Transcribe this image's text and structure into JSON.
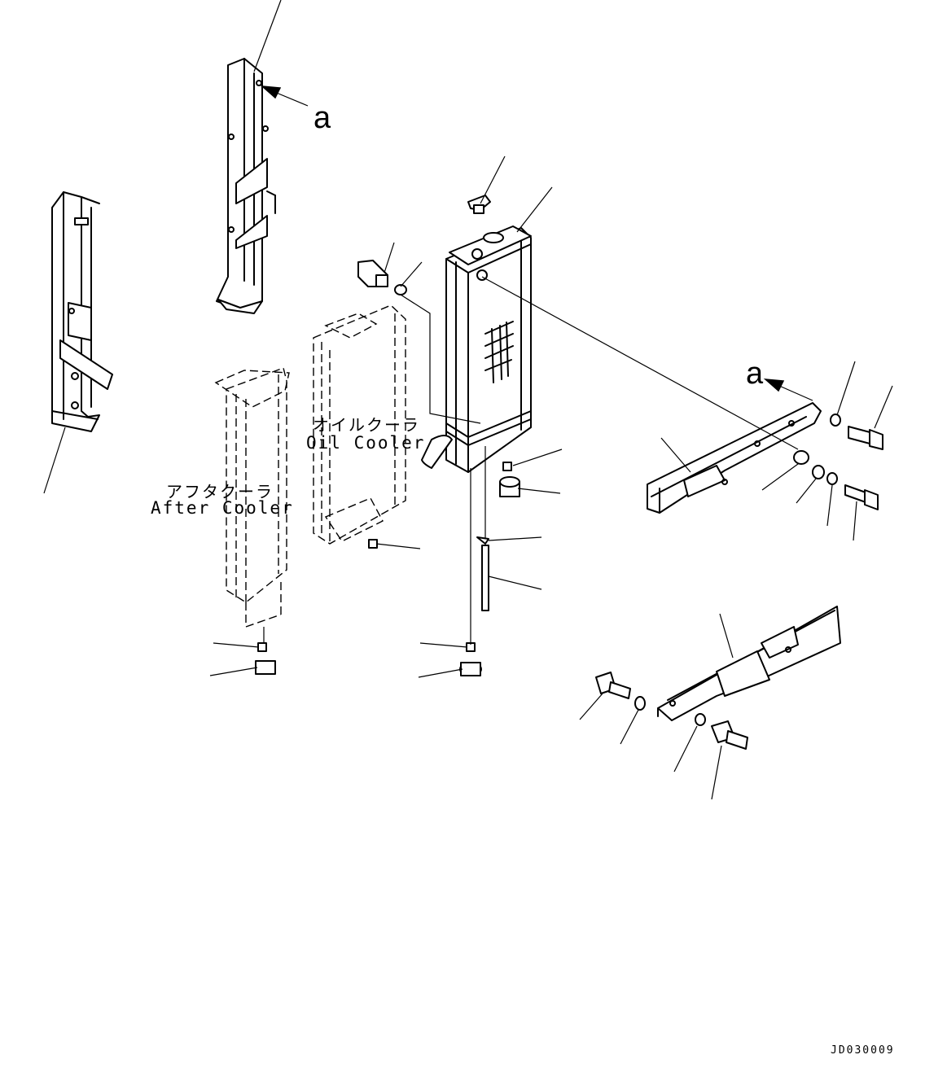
{
  "labels": {
    "view_a_top": "a",
    "view_a_right": "a",
    "oil_cooler_jp": "オイルクーラ",
    "oil_cooler_en": "Oil Cooler",
    "after_cooler_jp": "アフタクーラ",
    "after_cooler_en": "After Cooler",
    "drawing_code": "JD030009"
  }
}
